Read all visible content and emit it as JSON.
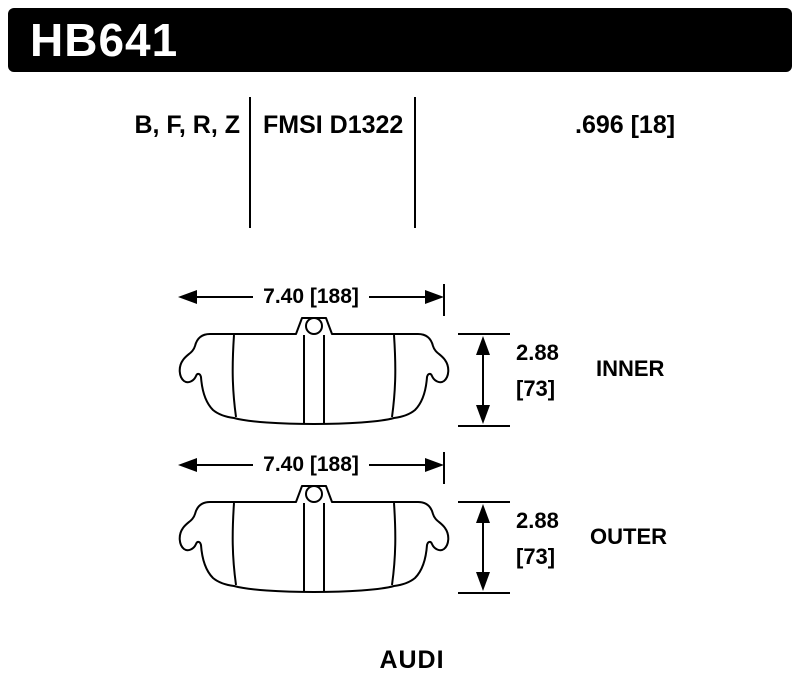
{
  "header": {
    "part_number": "HB641"
  },
  "spec": {
    "compounds": "B, F, R, Z",
    "fmsi": "FMSI D1322",
    "thickness": ".696 [18]"
  },
  "pads": [
    {
      "position": "INNER",
      "width_label": "7.40 [188]",
      "height_in": "2.88",
      "height_mm": "[73]"
    },
    {
      "position": "OUTER",
      "width_label": "7.40 [188]",
      "height_in": "2.88",
      "height_mm": "[73]"
    }
  ],
  "vehicle": {
    "make": "AUDI"
  },
  "colors": {
    "bar_bg": "#000000",
    "bar_fg": "#ffffff",
    "line": "#000000",
    "background": "#ffffff"
  }
}
